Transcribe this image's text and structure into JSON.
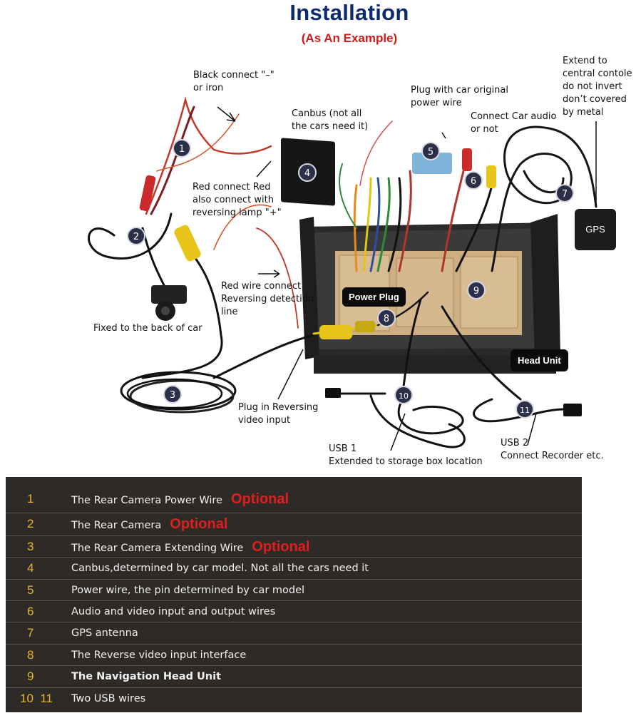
{
  "header": {
    "title": "Installation",
    "subtitle": "(As An Example)"
  },
  "labels": {
    "black_connect": "Black connect \"–\"\nor iron",
    "canbus": "Canbus (not all\nthe cars need it)",
    "plug_original": "Plug with car original\npower wire",
    "car_audio": "Connect Car audio\nor not",
    "extend_central": "Extend to\ncentral contole\ndo not invert\ndon’t covered\nby metal",
    "red_connect": "Red connect Red\nalso connect with\nreversing lamp \"+\"",
    "red_wire": "Red wire connect\nReversing detection\nline",
    "fixed_back": "Fixed to the back of car",
    "plug_reversing": "Plug in Reversing\nvideo input",
    "usb1": "USB 1\nExtended to storage box location",
    "usb2": "USB 2\nConnect Recorder etc.",
    "power_plug": "Power Plug",
    "head_unit": "Head Unit",
    "gps": "GPS"
  },
  "badges": [
    "1",
    "2",
    "3",
    "4",
    "5",
    "6",
    "7",
    "8",
    "9",
    "10",
    "11"
  ],
  "legend": [
    {
      "num": "1",
      "text": "The Rear Camera Power Wire",
      "optional": "Optional"
    },
    {
      "num": "2",
      "text": "The Rear Camera",
      "optional": "Optional"
    },
    {
      "num": "3",
      "text": "The Rear Camera Extending Wire",
      "optional": "Optional"
    },
    {
      "num": "4",
      "text": "Canbus,determined by car model. Not all the cars need it",
      "optional": ""
    },
    {
      "num": "5",
      "text": "Power wire, the pin determined by car model",
      "optional": ""
    },
    {
      "num": "6",
      "text": "Audio and video input and output wires",
      "optional": ""
    },
    {
      "num": "7",
      "text": "GPS antenna",
      "optional": ""
    },
    {
      "num": "8",
      "text": "The Reverse video input interface",
      "optional": ""
    },
    {
      "num": "9",
      "text": "The Navigation Head Unit",
      "optional": ""
    },
    {
      "num": "10  11",
      "text": "Two USB wires",
      "optional": ""
    }
  ],
  "colors": {
    "title": "#0e2a6e",
    "subtitle": "#d11a1a",
    "legend_bg": "#2e2a27",
    "legend_num": "#e6b52a",
    "optional": "#e01e1e"
  }
}
